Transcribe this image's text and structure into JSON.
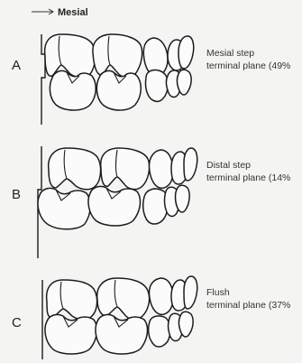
{
  "legend": {
    "label": "Mesial",
    "arrow_icon": "arrow-right-icon"
  },
  "panels": [
    {
      "letter": "A",
      "caption_line1": "Mesial step",
      "caption_line2": "terminal plane (49%"
    },
    {
      "letter": "B",
      "caption_line1": "Distal step",
      "caption_line2": "terminal plane (14%"
    },
    {
      "letter": "C",
      "caption_line1": "Flush",
      "caption_line2": "terminal plane (37%"
    }
  ]
}
